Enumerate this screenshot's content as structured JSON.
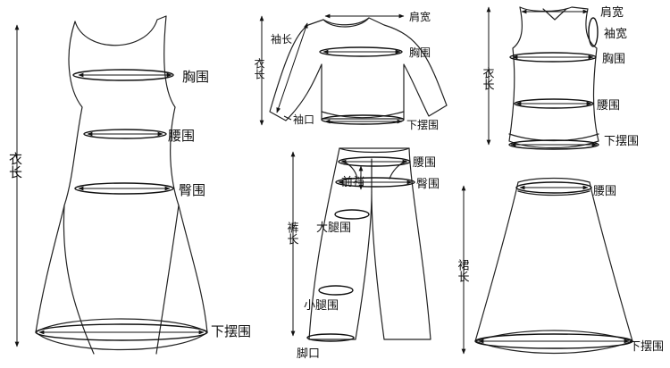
{
  "dress": {
    "bust": "胸围",
    "waist": "腰围",
    "hip": "臀围",
    "hem": "下摆围",
    "length": "衣长"
  },
  "sweater": {
    "shoulder": "肩宽",
    "sleeve": "袖长",
    "chest": "胸围",
    "length": "衣长",
    "cuff": "袖口",
    "hem": "下摆围"
  },
  "vest": {
    "shoulder": "肩宽",
    "armhole": "袖宽",
    "chest": "胸围",
    "length": "衣长",
    "waist": "腰围",
    "hem": "下摆围"
  },
  "pants": {
    "waist": "腰围",
    "rise": "前裆",
    "hip": "臀围",
    "length": "裤长",
    "thigh": "大腿围",
    "calf": "小腿围",
    "leg_opening": "脚口"
  },
  "skirt": {
    "waist": "腰围",
    "length": "裙长",
    "hem": "下摆围"
  }
}
